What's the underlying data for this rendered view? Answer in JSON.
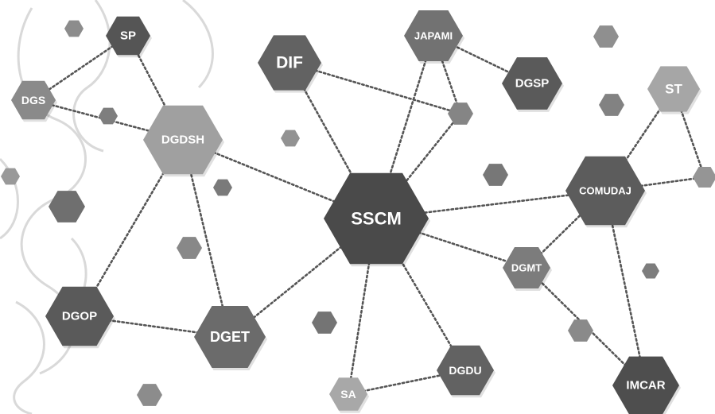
{
  "colors": {
    "background": "#ffffff",
    "edge": "#555555",
    "label": "#ffffff",
    "ornament": "#d9d9d9"
  },
  "nodes": [
    {
      "id": "sscm",
      "label": "SSCM",
      "color": "#4a4a4a"
    },
    {
      "id": "dif",
      "label": "DIF",
      "color": "#626262"
    },
    {
      "id": "japami",
      "label": "JAPAMI",
      "color": "#727272"
    },
    {
      "id": "dgsp",
      "label": "DGSP",
      "color": "#5a5a5a"
    },
    {
      "id": "st",
      "label": "ST",
      "color": "#a6a6a6"
    },
    {
      "id": "comudaj",
      "label": "COMUDAJ",
      "color": "#5c5c5c"
    },
    {
      "id": "dgmt",
      "label": "DGMT",
      "color": "#7c7c7c"
    },
    {
      "id": "imcar",
      "label": "IMCAR",
      "color": "#4e4e4e"
    },
    {
      "id": "dgdu",
      "label": "DGDU",
      "color": "#626262"
    },
    {
      "id": "sa",
      "label": "SA",
      "color": "#a8a8a8"
    },
    {
      "id": "dget",
      "label": "DGET",
      "color": "#6b6b6b"
    },
    {
      "id": "dgop",
      "label": "DGOP",
      "color": "#5a5a5a"
    },
    {
      "id": "dgdsh",
      "label": "DGDSH",
      "color": "#a0a0a0"
    },
    {
      "id": "sp",
      "label": "SP",
      "color": "#555555"
    },
    {
      "id": "dgs",
      "label": "DGS",
      "color": "#8a8a8a"
    }
  ],
  "decor_colors": [
    "#8c8c8c",
    "#7e7e7e",
    "#999999",
    "#6f6f6f",
    "#858585",
    "#929292",
    "#7a7a7a",
    "#888888",
    "#777777",
    "#8f8f8f",
    "#828282",
    "#959595",
    "#7d7d7d",
    "#8a8a8a",
    "#747474"
  ],
  "edges": [
    {
      "from": "sscm",
      "to": "dif"
    },
    {
      "from": "sscm",
      "to": "japami"
    },
    {
      "from": "sscm",
      "to": "comudaj"
    },
    {
      "from": "sscm",
      "to": "dgmt"
    },
    {
      "from": "sscm",
      "to": "dgdu"
    },
    {
      "from": "sscm",
      "to": "sa"
    },
    {
      "from": "sscm",
      "to": "dget"
    },
    {
      "from": "sscm",
      "to": "dgdsh"
    },
    {
      "from": "sscm",
      "to": "decor_4"
    },
    {
      "from": "dif",
      "to": "decor_4"
    },
    {
      "from": "japami",
      "to": "dgsp"
    },
    {
      "from": "japami",
      "to": "decor_4"
    },
    {
      "from": "comudaj",
      "to": "st"
    },
    {
      "from": "comudaj",
      "to": "decor_7"
    },
    {
      "from": "comudaj",
      "to": "dgmt"
    },
    {
      "from": "comudaj",
      "to": "imcar"
    },
    {
      "from": "st",
      "to": "decor_7"
    },
    {
      "from": "dgmt",
      "to": "imcar"
    },
    {
      "from": "dgdu",
      "to": "sa"
    },
    {
      "from": "dget",
      "to": "dgop"
    },
    {
      "from": "dget",
      "to": "dgdsh"
    },
    {
      "from": "dgop",
      "to": "dgdsh"
    },
    {
      "from": "dgdsh",
      "to": "sp"
    },
    {
      "from": "dgdsh",
      "to": "dgs"
    },
    {
      "from": "sp",
      "to": "dgs"
    }
  ]
}
